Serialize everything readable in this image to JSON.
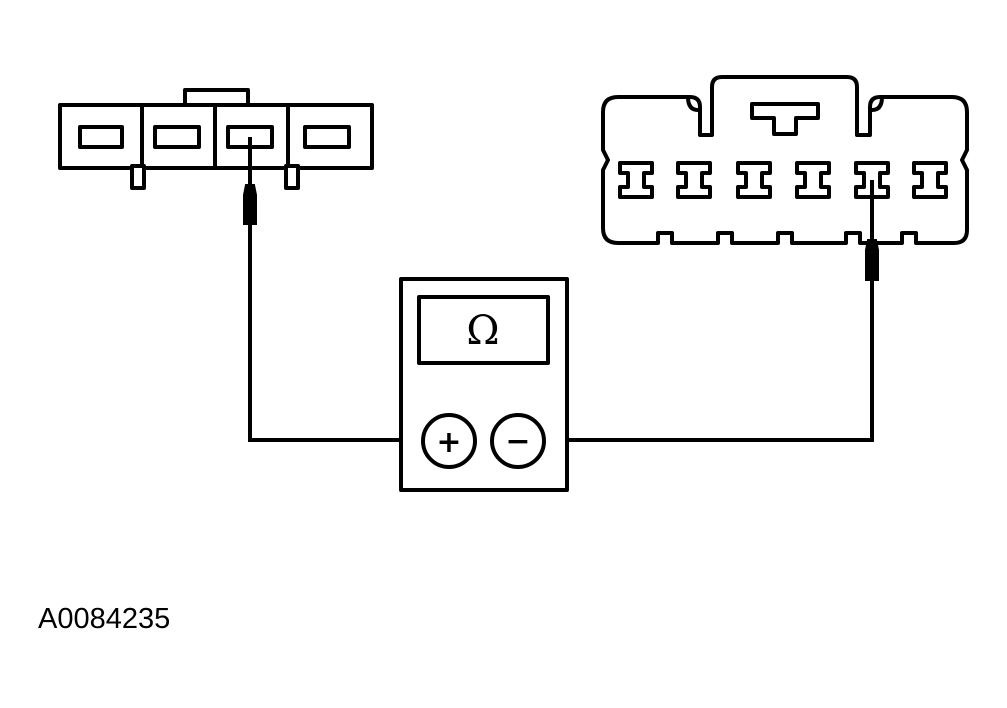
{
  "meter": {
    "display_symbol": "Ω",
    "positive_jack_label": "+",
    "negative_jack_label": "−"
  },
  "connector_left": {
    "terminal_count": 4,
    "probed_terminal": 3
  },
  "connector_right": {
    "terminal_count": 6,
    "probed_terminal": 5
  },
  "figure_id": "A0084235",
  "colors": {
    "line": "#000000",
    "background": "#ffffff"
  }
}
